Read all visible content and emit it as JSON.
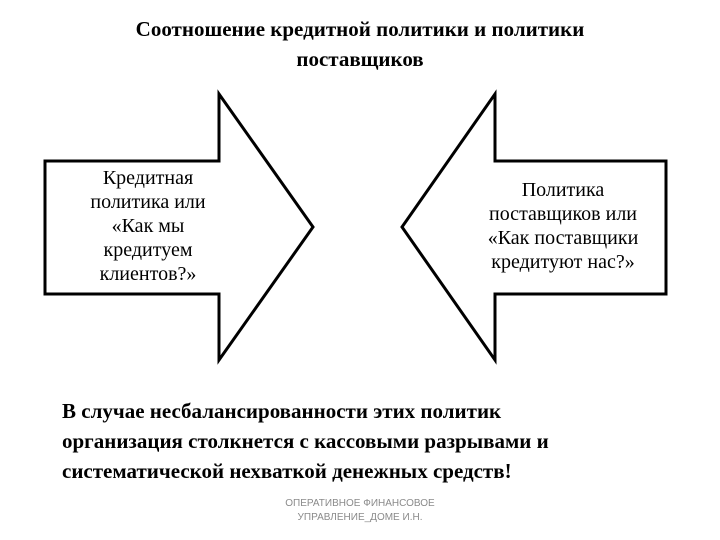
{
  "slide": {
    "title_line1": "Соотношение кредитной политики и политики",
    "title_line2": "поставщиков",
    "left_arrow": {
      "direction": "right",
      "lines": [
        "Кредитная",
        "политика или",
        "«Как мы",
        "кредитуем",
        "клиентов?»"
      ]
    },
    "right_arrow": {
      "direction": "left",
      "lines": [
        "Политика",
        "поставщиков или",
        "«Как поставщики",
        "кредитуют нас?»"
      ]
    },
    "conclusion_lines": [
      "В случае несбалансированности этих политик",
      "организация столкнется с кассовыми разрывами и",
      "систематической нехваткой денежных средств!"
    ],
    "footer_line1": "ОПЕРАТИВНОЕ ФИНАНСОВОЕ",
    "footer_line2": "УПРАВЛЕНИЕ_ДОМЕ И.Н."
  },
  "colors": {
    "stroke": "#000000",
    "fill": "#ffffff",
    "footer_text": "#8a8a8a"
  }
}
